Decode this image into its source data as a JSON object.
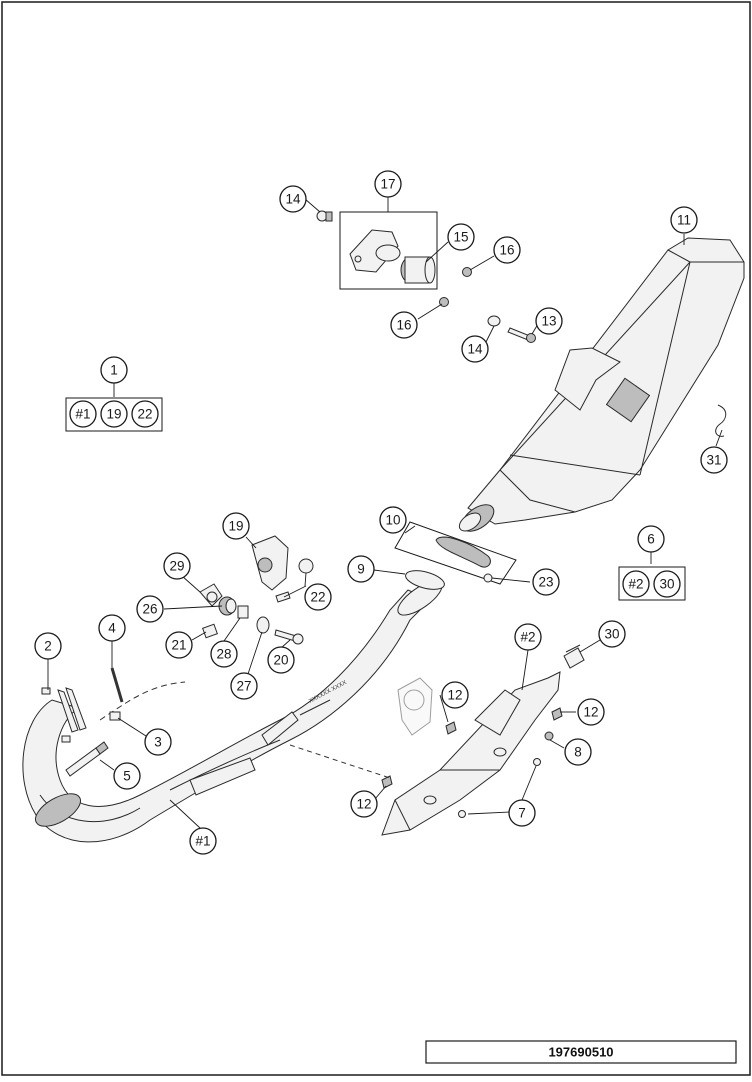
{
  "diagram_number": "197690510",
  "callouts": {
    "c1": "1",
    "c2": "2",
    "c3": "3",
    "c4": "4",
    "c5": "5",
    "c6": "6",
    "c7": "7",
    "c8": "8",
    "c9": "9",
    "c10": "10",
    "c11": "11",
    "c12a": "12",
    "c12b": "12",
    "c12c": "12",
    "c13": "13",
    "c14a": "14",
    "c14b": "14",
    "c15": "15",
    "c16a": "16",
    "c16b": "16",
    "c17": "17",
    "c19": "19",
    "c20": "20",
    "c21": "21",
    "c22": "22",
    "c23": "23",
    "c26": "26",
    "c27": "27",
    "c28": "28",
    "c29": "29",
    "c30": "30",
    "c31": "31",
    "ch1": "#1",
    "ch2": "#2"
  },
  "kit_1": {
    "label": "1",
    "items": [
      "#1",
      "19",
      "22"
    ]
  },
  "kit_6": {
    "label": "6",
    "items": [
      "#2",
      "30"
    ]
  },
  "header_pipe_text": "XXXXXX XXXX",
  "icons": {
    "main_muffler": "muffler-body",
    "header_pipe": "exhaust-header-pipe",
    "heat_guard": "heat-shield",
    "clamp": "pipe-clamp",
    "gasket": "gasket-ring",
    "sensor": "oxygen-sensor",
    "bracket": "mounting-bracket",
    "screw": "screw",
    "nut": "nut",
    "washer": "washer",
    "spring": "spring-hook"
  }
}
